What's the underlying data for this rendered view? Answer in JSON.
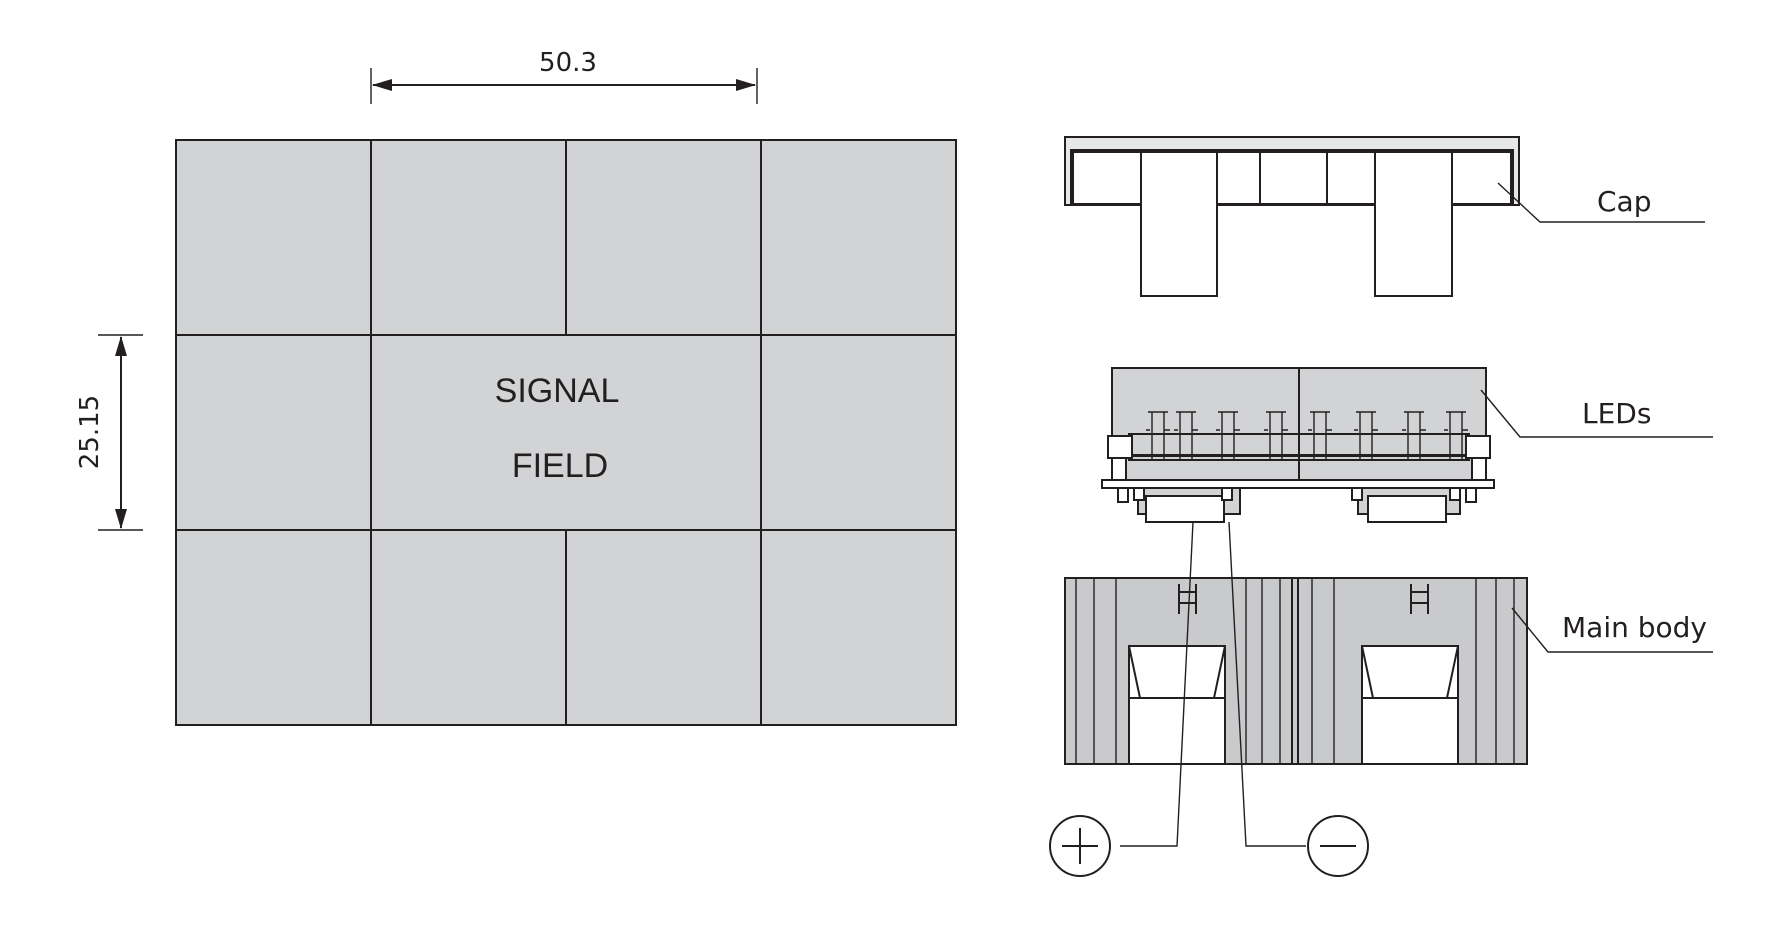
{
  "dimensions": {
    "width_label": "50.3",
    "height_label": "25.15"
  },
  "signal_field": {
    "line1": "SIGNAL",
    "line2": "FIELD"
  },
  "callouts": {
    "cap": "Cap",
    "leds": "LEDs",
    "main_body": "Main body"
  },
  "terminals": {
    "positive": "+",
    "negative": "−"
  },
  "colors": {
    "panel_fill": "#d1d3d4",
    "stroke": "#231f20"
  }
}
